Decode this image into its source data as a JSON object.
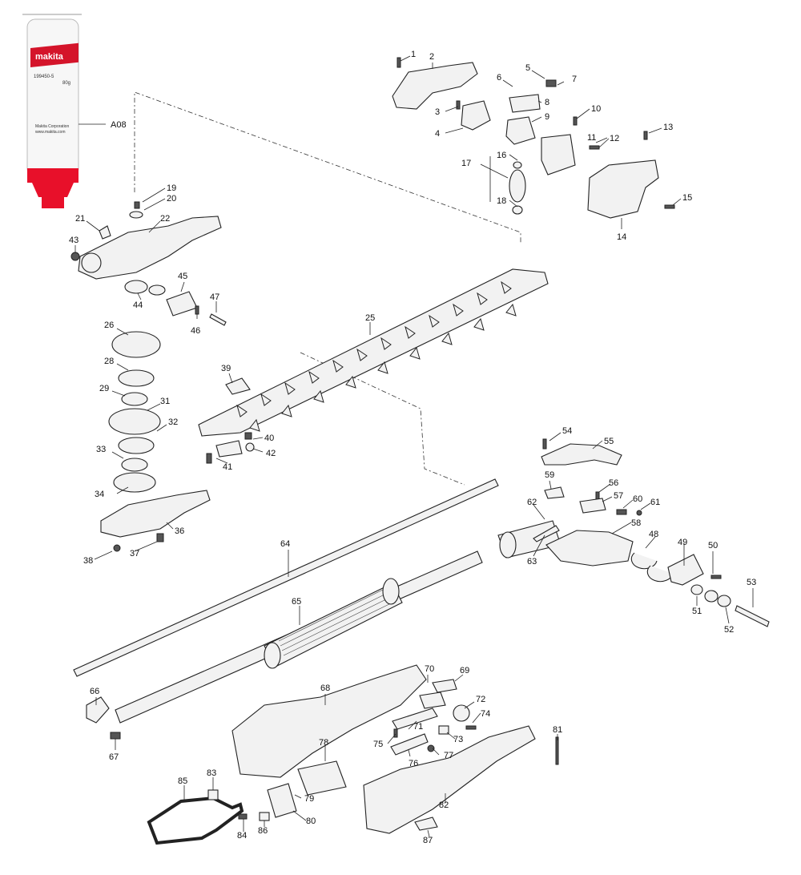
{
  "grease_tube": {
    "brand": "makita",
    "part_code": "199450-5",
    "weight": "80g",
    "maker_line1": "Makita Corporation",
    "maker_line2": "www.makita.com",
    "callout": "A08"
  },
  "part_labels": [
    "1",
    "2",
    "3",
    "4",
    "5",
    "6",
    "7",
    "8",
    "9",
    "10",
    "11",
    "12",
    "13",
    "14",
    "15",
    "16",
    "17",
    "18",
    "19",
    "20",
    "21",
    "22",
    "25",
    "26",
    "28",
    "29",
    "31",
    "32",
    "33",
    "34",
    "36",
    "37",
    "38",
    "39",
    "40",
    "41",
    "42",
    "43",
    "44",
    "45",
    "46",
    "47",
    "48",
    "49",
    "50",
    "51",
    "52",
    "53",
    "54",
    "55",
    "56",
    "57",
    "58",
    "59",
    "60",
    "61",
    "62",
    "63",
    "64",
    "65",
    "66",
    "67",
    "68",
    "69",
    "70",
    "71",
    "72",
    "73",
    "74",
    "75",
    "76",
    "77",
    "78",
    "79",
    "80",
    "81",
    "82",
    "83",
    "84",
    "85",
    "86",
    "87"
  ],
  "colors": {
    "line": "#222222",
    "part_fill": "#f2f2f2",
    "tube_red": "#e8102a",
    "label_red": "#d4142a"
  }
}
